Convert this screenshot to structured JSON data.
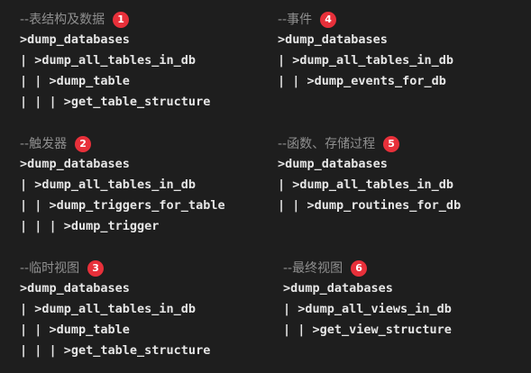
{
  "blocks": [
    {
      "heading": "--表结构及数据",
      "badge": "1",
      "lines": [
        ">dump_databases",
        "| >dump_all_tables_in_db",
        "| | >dump_table",
        "| | | >get_table_structure"
      ]
    },
    {
      "heading": "--事件",
      "badge": "4",
      "lines": [
        ">dump_databases",
        "| >dump_all_tables_in_db",
        "| | >dump_events_for_db"
      ]
    },
    {
      "heading": "--触发器",
      "badge": "2",
      "lines": [
        ">dump_databases",
        "| >dump_all_tables_in_db",
        "| | >dump_triggers_for_table",
        "| | | >dump_trigger"
      ]
    },
    {
      "heading": "--函数、存储过程",
      "badge": "5",
      "lines": [
        ">dump_databases",
        "| >dump_all_tables_in_db",
        "| | >dump_routines_for_db"
      ]
    },
    {
      "heading": "--临时视图",
      "badge": "3",
      "lines": [
        ">dump_databases",
        "| >dump_all_tables_in_db",
        "| | >dump_table",
        "| | | >get_table_structure"
      ]
    },
    {
      "heading": "--最终视图",
      "badge": "6",
      "lines": [
        ">dump_databases",
        "| >dump_all_views_in_db",
        "| | >get_view_structure"
      ]
    }
  ]
}
